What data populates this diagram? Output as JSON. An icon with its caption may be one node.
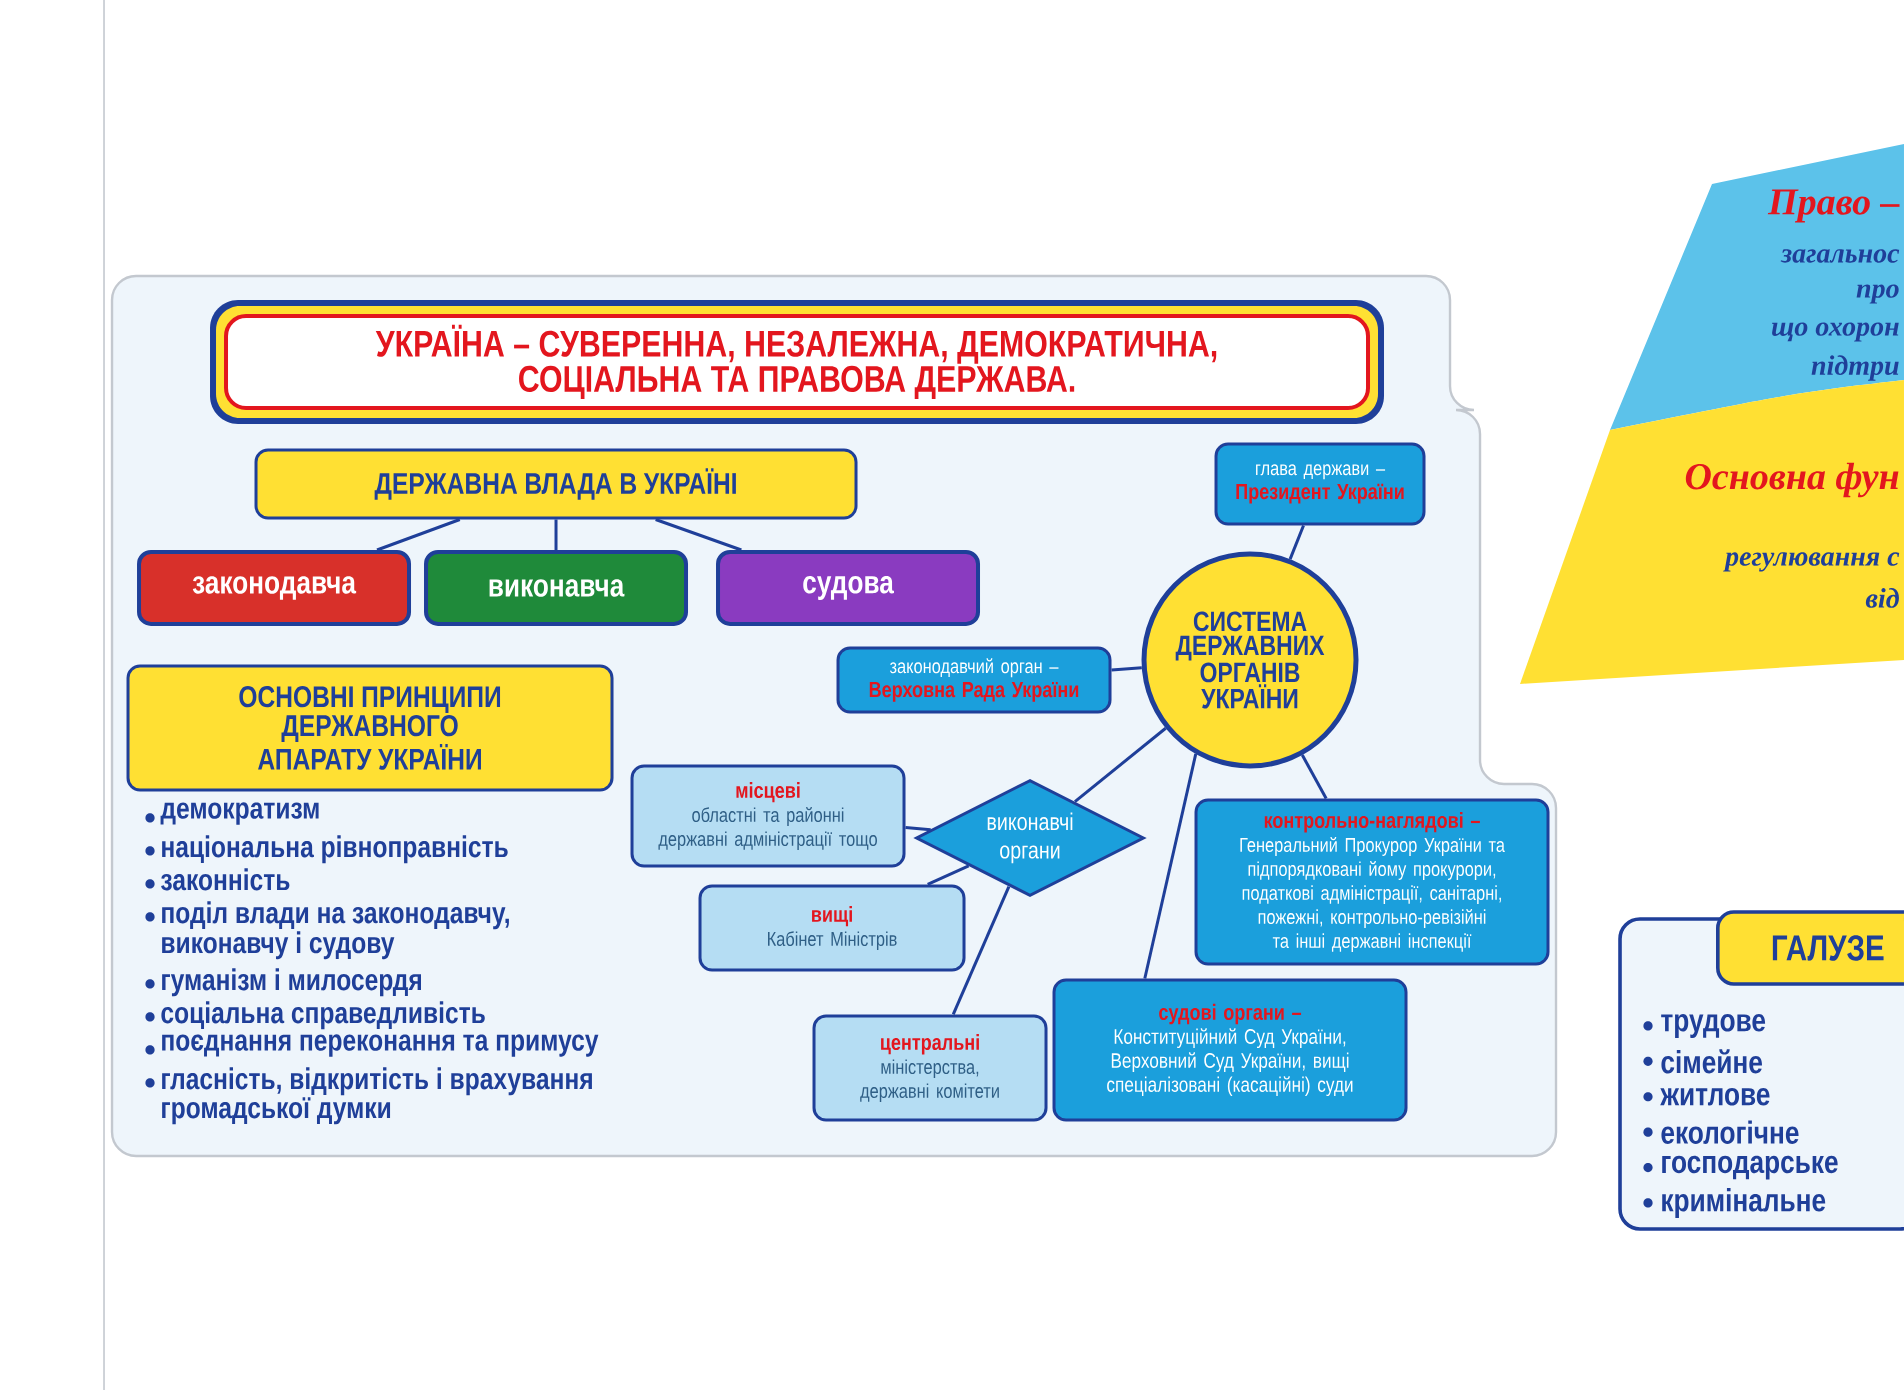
{
  "diagram": {
    "nodes": [
      {
        "text": [
          "УКРАЇНА – СУВЕРЕННА, НЕЗАЛЕЖНА, ДЕМОКРАТИЧНА, СОЦІАЛЬНА ТА ПРАВОВА ДЕРЖАВА."
        ]
      },
      {
        "text": [
          "ДЕРЖАВНА ВЛАДА В УКРАЇНІ"
        ]
      },
      {
        "text": [
          "законодавча"
        ]
      },
      {
        "text": [
          "виконавча"
        ]
      },
      {
        "text": [
          "судова"
        ]
      },
      {
        "text": [
          "глава держави –",
          "Президент України"
        ]
      },
      {
        "text": [
          "СИСТЕМА ДЕРЖАВНИХ ОРГАНІВ УКРАЇНИ"
        ]
      },
      {
        "text": [
          "законодавчий орган –",
          "Верховна Рада України"
        ]
      },
      {
        "text": [
          "ОСНОВНІ ПРИНЦИПИ ДЕРЖАВНОГО АПАРАТУ УКРАЇНИ"
        ]
      },
      {
        "text": [
          "місцеві",
          "областні та районні державні адміністрації тощо"
        ]
      },
      {
        "text": [
          "виконавчі органи"
        ]
      },
      {
        "text": [
          "вищі",
          "Кабінет Міністрів"
        ]
      },
      {
        "text": [
          "центральні",
          "міністерства, державні комітети"
        ]
      },
      {
        "text": [
          "контрольно-наглядові –",
          "Генеральний Прокурор України та підпорядковані йому прокурори, податкові адміністрації, санітарні, пожежні, контрольно-ревізійні та інші державні інспекції"
        ]
      },
      {
        "text": [
          "судові органи –",
          "Конституційний Суд України, Верховний Суд України, вищі спеціалізовані (касаційні) суди"
        ]
      },
      {
        "text": [
          "Право –",
          "загальнос",
          "про",
          "що охорон",
          "підтри",
          "Основна фун",
          "регулювання с",
          "від"
        ]
      },
      {
        "text": [
          "трудове",
          "сімейне",
          "житлове",
          "екологічне",
          "господарське",
          "кримінальне"
        ]
      },
      {
        "text": [
          "ГАЛУЗЕ"
        ]
      }
    ],
    "edges": [
      {
        "from": 1,
        "to": 2,
        "arrow": "none"
      },
      {
        "from": 1,
        "to": 3,
        "arrow": "none"
      },
      {
        "from": 1,
        "to": 4,
        "arrow": "none"
      },
      {
        "from": 6,
        "to": 5,
        "arrow": "none"
      },
      {
        "from": 6,
        "to": 7,
        "arrow": "none"
      },
      {
        "from": 6,
        "to": 10,
        "arrow": "none"
      },
      {
        "from": 6,
        "to": 13,
        "arrow": "none"
      },
      {
        "from": 6,
        "to": 14,
        "arrow": "none"
      },
      {
        "from": 10,
        "to": 9,
        "arrow": "none"
      },
      {
        "from": 10,
        "to": 11,
        "arrow": "none"
      },
      {
        "from": 10,
        "to": 12,
        "arrow": "none"
      }
    ],
    "labels": [
      "демократизм",
      "національна рівноправність",
      "законність",
      "поділ влади на законодавчу, виконавчу і судову",
      "гуманізм і милосердя",
      "соціальна справедливість",
      "поєднання переконання та примусу",
      "гласність, відкритість і врахування громадської думки"
    ]
  }
}
